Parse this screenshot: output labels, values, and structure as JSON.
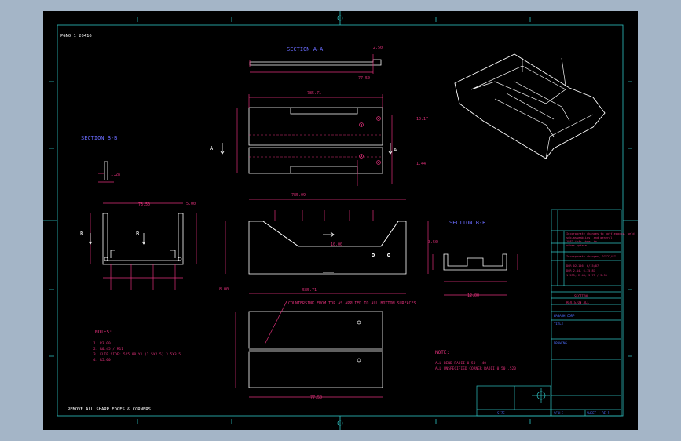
{
  "colors": {
    "background": "#a4b5c7",
    "sheet": "#000000",
    "part": "#ffffff",
    "dimension": "#e0307a",
    "frame": "#2fc4c4",
    "section_label": "#6a6cff",
    "note": "#e0307a",
    "title_block_text": "#4d6fff"
  },
  "header": {
    "top_left": "PGN0 1 20416"
  },
  "sections": {
    "aa": "SECTION A-A",
    "bb": "SECTION B-B",
    "bb2": "SECTION B-B"
  },
  "markers": {
    "a": "A",
    "b": "B"
  },
  "dims": {
    "front_width": "785.71",
    "lower_width": "785.09",
    "bottom_run": "585.71",
    "bottom_width": "77.50",
    "sec_bb_width": "73.50",
    "top_right": "77.50",
    "section_right_a": "10.17",
    "section_right_b": "1.44",
    "small_a": "2.50",
    "small_b": "1.28",
    "small_c": "12.00",
    "small_d": "3.50",
    "left_dim": "8.00",
    "mid_dim": "10.00",
    "side_dim": "5.00"
  },
  "callouts": {
    "countersink": "COUNTERSINK FROM TOP AS APPLIED TO ALL BOTTOM SURFACES"
  },
  "notes_left": {
    "title": "NOTES:",
    "items": [
      "1.  R3.00",
      "2.  R0.45 / R11",
      "3.  FLIP SIDE: 525.00 Y1 (2.5X2.5) 3.5X3.5",
      "4.  R5.00"
    ]
  },
  "notes_right": {
    "title": "NOTE:",
    "items": [
      "ALL BEND RADII 0.50 - 40",
      "ALL UNSPECIFIED CORNER RADII 0.50 .520"
    ]
  },
  "footer": {
    "bottom_left": "REMOVE ALL SHARP EDGES & CORNERS"
  },
  "title_block": {
    "revisions": [
      "Incorporate changes to bottlepacks, weld",
      "sub-assemblies, and general",
      "1982 info sheet in",
      "other update",
      "Incorporate changes, 07/22/87",
      "DCR 02-156, 6/15/87",
      "DCR 2-14, 6-15-87",
      "1.535, R 48, 3.75 / 3.55"
    ],
    "part_label": "SECTION",
    "part_no": "REVISION ALL",
    "company": "WABASH CORP",
    "title": "TITLE",
    "drawing": "DRAWING",
    "sheet": "SHEET 1 OF 1",
    "scale": "SCALE",
    "size": "SIZE"
  }
}
